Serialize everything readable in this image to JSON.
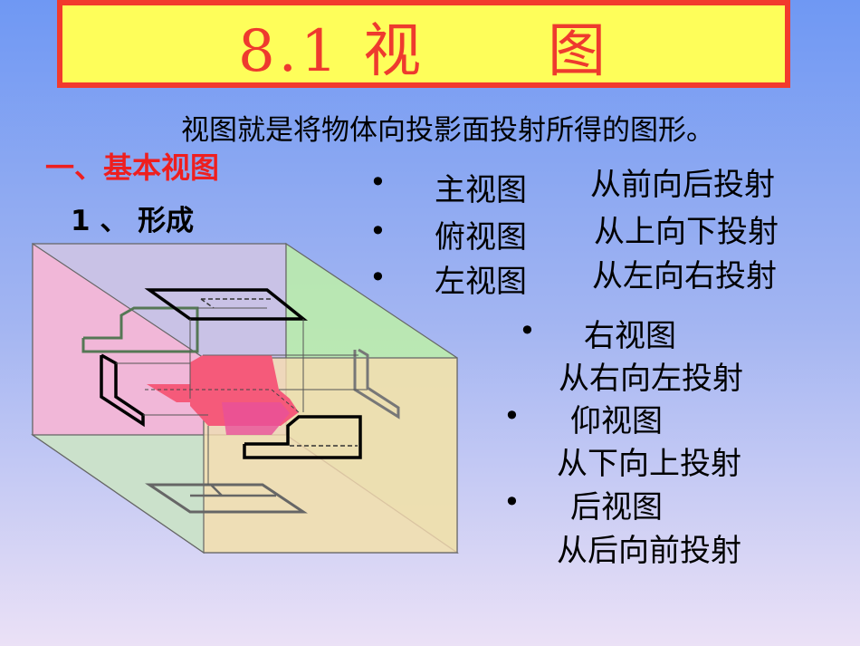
{
  "title": "8.1 视　　图",
  "intro": "视图就是将物体向投影面投射所得的图形。",
  "section_heading": "一、基本视图",
  "sub_heading": "1 、 形成",
  "bullet_symbol": "•",
  "views": [
    {
      "name": "主视图",
      "direction": "从前向后投射"
    },
    {
      "name": "俯视图",
      "direction": "从上向下投射"
    },
    {
      "name": "左视图",
      "direction": "从左向右投射"
    },
    {
      "name": "右视图",
      "direction": "从右向左投射"
    },
    {
      "name": "仰视图",
      "direction": "从下向上投射"
    },
    {
      "name": "后视图",
      "direction": "从后向前投射"
    }
  ],
  "colors": {
    "title_fill": "#fefe5a",
    "title_border": "#f23a2d",
    "title_text": "#ee3a2e",
    "section_heading": "#ee1f1f",
    "left_plane": "#f5b6d6",
    "back_plane": "#c9c2e6",
    "right_plane": "#bdf0a8",
    "front_plane": "#f8dcb0",
    "bottom_plane": "#c6e6c9",
    "object_fill": "#f55a7a"
  }
}
